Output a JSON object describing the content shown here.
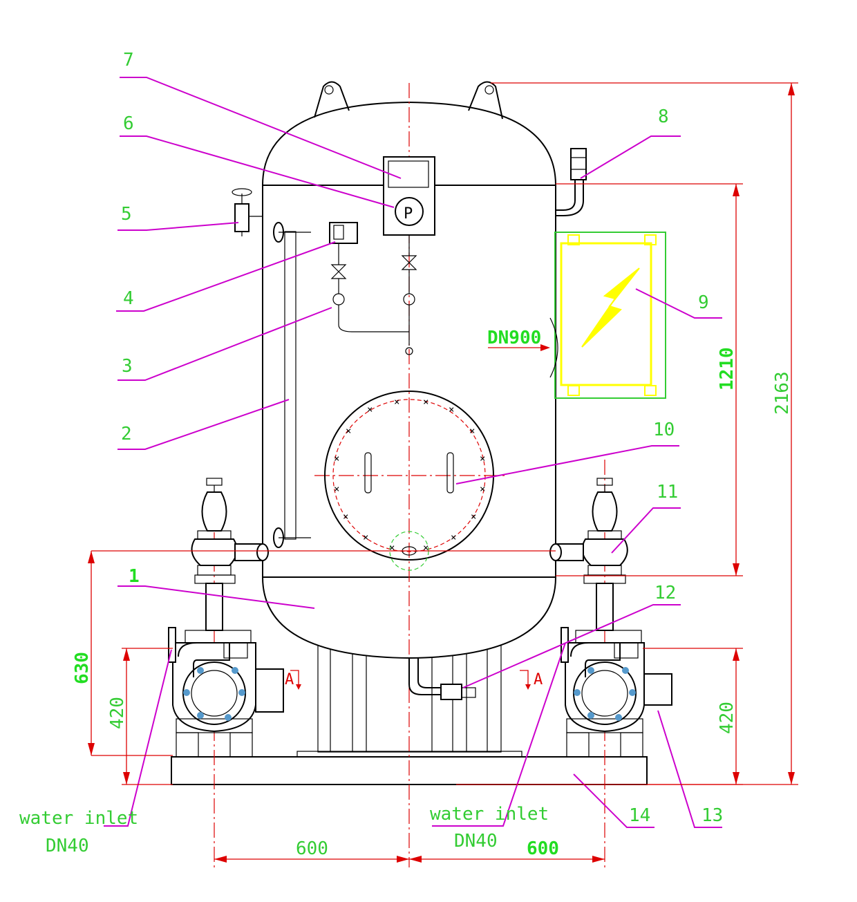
{
  "callouts": [
    "1",
    "2",
    "3",
    "4",
    "5",
    "6",
    "7",
    "8",
    "9",
    "10",
    "11",
    "12",
    "13",
    "14"
  ],
  "dimensions": {
    "height_630": "630",
    "height_420_left": "420",
    "height_420_right": "420",
    "height_1210": "1210",
    "height_2163": "2163",
    "width_600_left": "600",
    "width_600_right": "600"
  },
  "labels": {
    "manhole_dn": "DN900",
    "water_inlet_left": "water inlet",
    "dn_left": "DN40",
    "water_inlet_right": "water inlet",
    "dn_right": "DN40",
    "gauge_letter": "P",
    "section_left": "A",
    "section_right": "A"
  },
  "colors": {
    "outline": "#000000",
    "leader": "#cc00cc",
    "dimension": "#dd0000",
    "text": "#33cc33",
    "panel": "#ffff00",
    "panel_frame": "#33cc33"
  }
}
